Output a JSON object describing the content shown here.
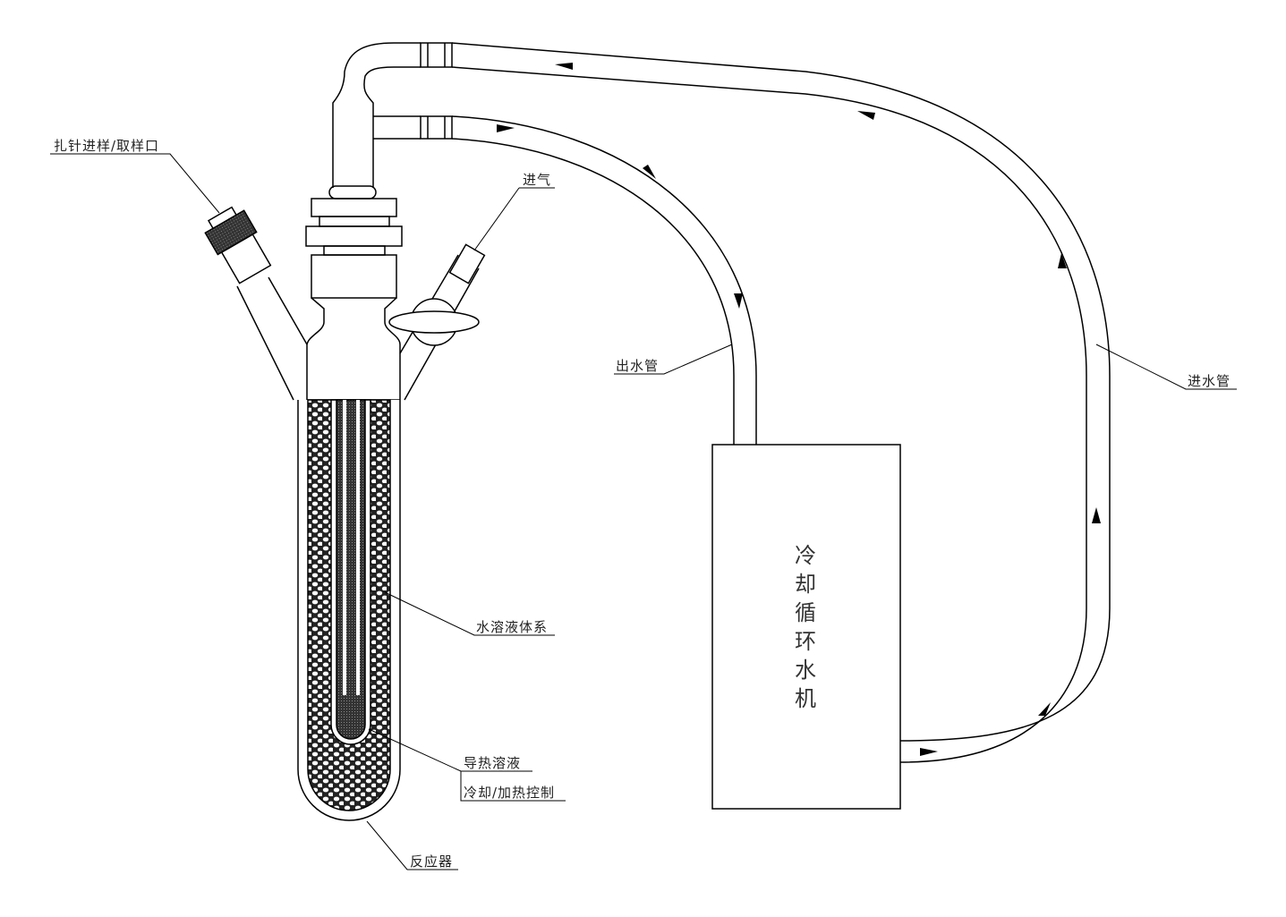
{
  "labels": {
    "sampling_port": "扎针进样/取样口",
    "gas_inlet": "进气",
    "outlet_hose": "出水管",
    "inlet_hose": "进水管",
    "aqueous_system": "水溶液体系",
    "heat_transfer_solution": "导热溶液",
    "cooling_heating_control": "冷却/加热控制",
    "reactor": "反应器",
    "chiller": "冷却循环水机"
  }
}
